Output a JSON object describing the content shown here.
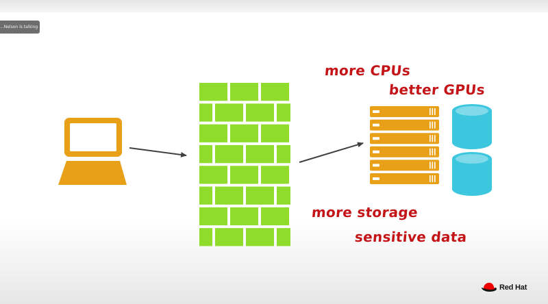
{
  "speaker_indicator": {
    "text": "...Nelson is talking"
  },
  "annotations": {
    "more_cpus": "more CPUs",
    "better_gpus": "better GPUs",
    "more_storage": "more storage",
    "sensitive_data": "sensitive data"
  },
  "brand": {
    "name": "Red Hat"
  },
  "icons": {
    "laptop": "laptop-icon",
    "firewall": "firewall-icon",
    "server_rack": "server-rack-icon",
    "database": "database-icon",
    "arrow": "arrow-icon"
  },
  "colors": {
    "laptop": "#e9a019",
    "firewall": "#8fdc2c",
    "server": "#e9a019",
    "database": "#3cc7df",
    "annotation": "#c41418",
    "arrow": "#404040"
  }
}
